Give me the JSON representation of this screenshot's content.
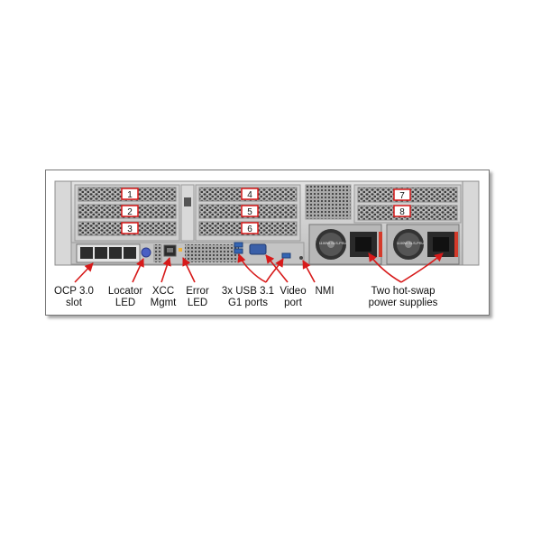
{
  "slots": [
    "1",
    "2",
    "3",
    "4",
    "5",
    "6",
    "7",
    "8"
  ],
  "psu_label": "1100W\nSLS-PSU",
  "labels": {
    "ocp": "OCP 3.0\nslot",
    "locator": "Locator\nLED",
    "xcc": "XCC\nMgmt",
    "error": "Error\nLED",
    "usb": "3x USB 3.1\nG1 ports",
    "video": "Video\nport",
    "nmi": "NMI",
    "psu": "Two hot-swap\npower supplies"
  },
  "colors": {
    "callout": "#d71a1a",
    "chassis": "#c9c9c9",
    "locator_led": "#4a5fc4",
    "usb": "#3466b4"
  }
}
